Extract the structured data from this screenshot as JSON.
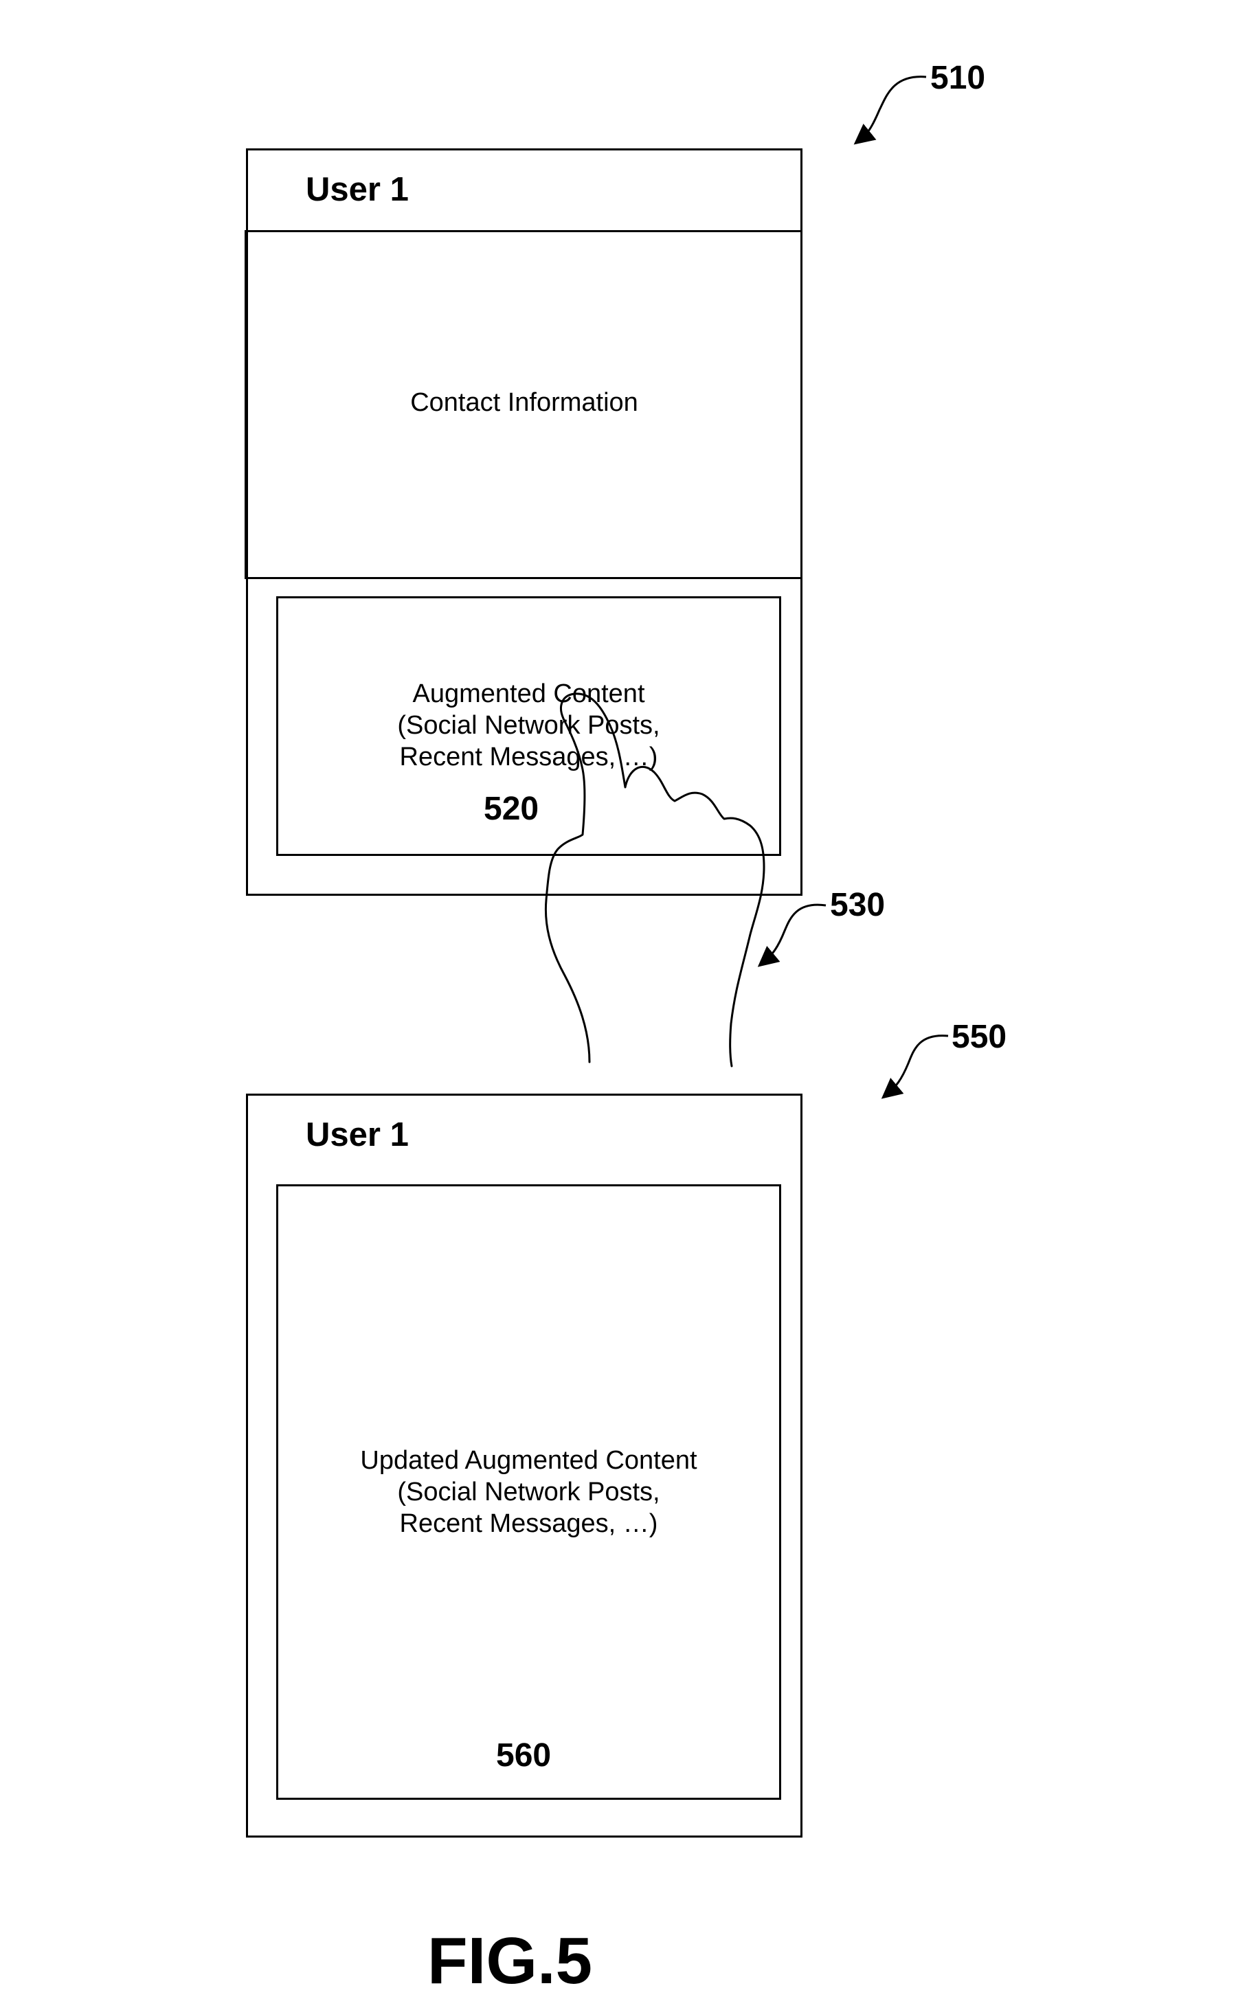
{
  "screen_top": {
    "ref": "510",
    "user_label": "User 1",
    "contact_label": "Contact Information",
    "augmented": {
      "line1": "Augmented Content",
      "line2": "(Social Network Posts,",
      "line3": "Recent Messages, …)",
      "ref": "520"
    }
  },
  "gesture": {
    "ref": "530"
  },
  "screen_bottom": {
    "ref": "550",
    "user_label": "User 1",
    "updated": {
      "line1": "Updated Augmented Content",
      "line2": "(Social Network Posts,",
      "line3": "Recent Messages, …)",
      "ref": "560"
    }
  },
  "figure_label": "FIG.5"
}
